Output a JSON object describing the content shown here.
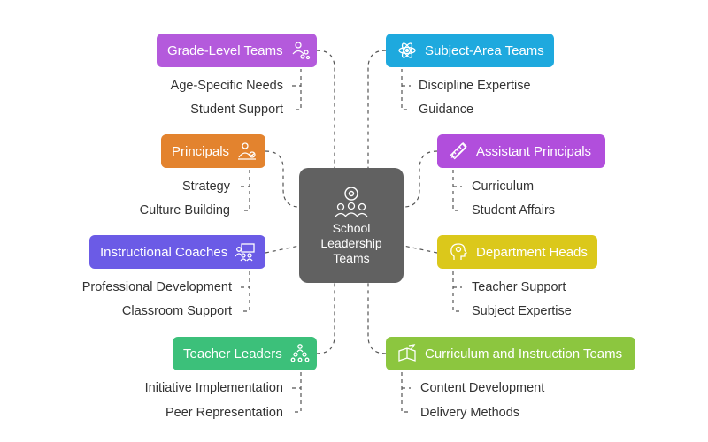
{
  "center": {
    "title": "School Leadership Teams",
    "icons": [
      "gear-icon",
      "team-icon"
    ]
  },
  "colors": {
    "grade_level": "#B45ADC",
    "subject_area": "#1EA9DE",
    "principals": "#E3832E",
    "assistant_principals": "#B14EDC",
    "instructional_coaches": "#6B5BE6",
    "department_heads": "#DBC81B",
    "teacher_leaders": "#3CC07A",
    "curriculum_teams": "#8CC63F",
    "center": "#616161",
    "connector": "#555555"
  },
  "left_branches": [
    {
      "label": "Grade-Level Teams",
      "icon": "students-icon",
      "items": [
        "Age-Specific Needs",
        "Student Support"
      ]
    },
    {
      "label": "Principals",
      "icon": "leader-icon",
      "items": [
        "Strategy",
        "Culture Building"
      ]
    },
    {
      "label": "Instructional Coaches",
      "icon": "presentation-icon",
      "items": [
        "Professional Development",
        "Classroom Support"
      ]
    },
    {
      "label": "Teacher Leaders",
      "icon": "group-pyramid-icon",
      "items": [
        "Initiative Implementation",
        "Peer Representation"
      ]
    }
  ],
  "right_branches": [
    {
      "label": "Subject-Area Teams",
      "icon": "atom-icon",
      "items": [
        "Discipline Expertise",
        "Guidance"
      ]
    },
    {
      "label": "Assistant Principals",
      "icon": "ruler-pencil-icon",
      "items": [
        "Curriculum",
        "Student Affairs"
      ]
    },
    {
      "label": "Department Heads",
      "icon": "head-brain-icon",
      "items": [
        "Teacher Support",
        "Subject Expertise"
      ]
    },
    {
      "label": "Curriculum and Instruction Teams",
      "icon": "book-pen-icon",
      "items": [
        "Content Development",
        "Delivery Methods"
      ]
    }
  ]
}
